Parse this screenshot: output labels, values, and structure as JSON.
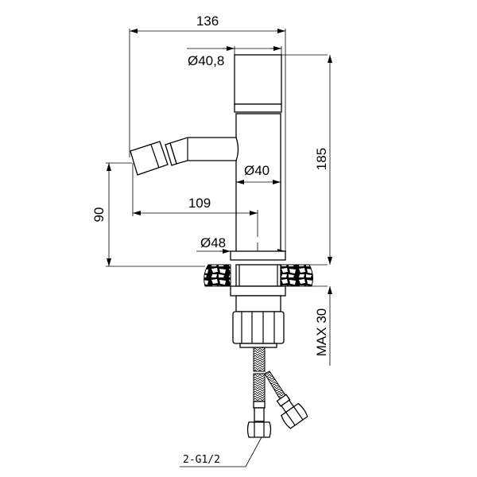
{
  "drawing": {
    "title": "Bidet mixer dimension drawing",
    "dimensions": {
      "overall_width": "136",
      "handle_diameter": "Ø40,8",
      "overall_height": "185",
      "body_diameter": "Ø40",
      "spout_reach": "109",
      "spout_height": "90",
      "base_diameter": "Ø48",
      "max_counter_thickness": "MAX 30"
    },
    "connection_label": "2-G1/2"
  }
}
